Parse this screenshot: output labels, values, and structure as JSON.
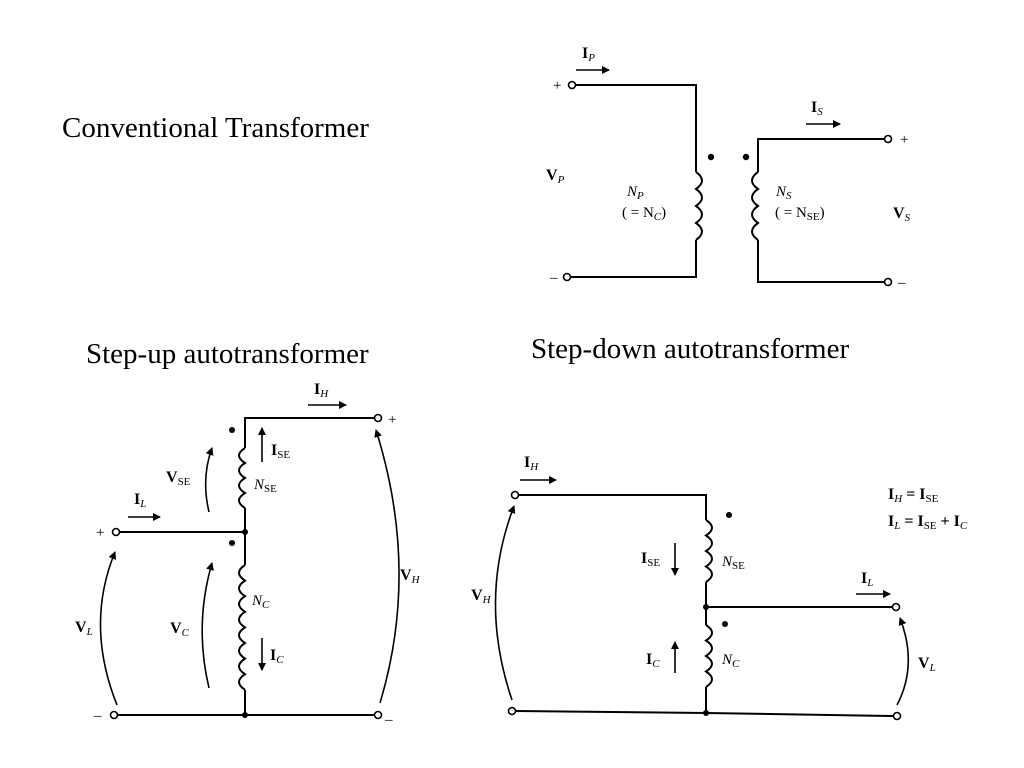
{
  "titles": {
    "conventional": "Conventional Transformer",
    "step_up": "Step-up autotransformer",
    "step_down": "Step-down autotransformer"
  },
  "conventional": {
    "ip": {
      "main": "I",
      "sub": "P"
    },
    "is": {
      "main": "I",
      "sub": "S"
    },
    "vp": {
      "main": "V",
      "sub": "P"
    },
    "vs": {
      "main": "V",
      "sub": "S"
    },
    "np": {
      "main": "N",
      "sub": "P"
    },
    "np_eq": {
      "pre": "( = N",
      "sub": "C",
      "post": ")"
    },
    "ns": {
      "main": "N",
      "sub": "S"
    },
    "ns_eq": {
      "pre": "( = N",
      "sub": "SE",
      "post": ")"
    },
    "plus": "+",
    "minus": "–"
  },
  "step_up": {
    "ih": {
      "main": "I",
      "sub": "H"
    },
    "ise": {
      "main": "I",
      "sub": "SE"
    },
    "vse": {
      "main": "V",
      "sub": "SE"
    },
    "nse": {
      "main": "N",
      "sub": "SE"
    },
    "il": {
      "main": "I",
      "sub": "L"
    },
    "vl": {
      "main": "V",
      "sub": "L"
    },
    "vc": {
      "main": "V",
      "sub": "C"
    },
    "nc": {
      "main": "N",
      "sub": "C"
    },
    "ic": {
      "main": "I",
      "sub": "C"
    },
    "vh": {
      "main": "V",
      "sub": "H"
    },
    "plus": "+",
    "minus": "–"
  },
  "step_down": {
    "ih": {
      "main": "I",
      "sub": "H"
    },
    "ise": {
      "main": "I",
      "sub": "SE"
    },
    "nse": {
      "main": "N",
      "sub": "SE"
    },
    "vh": {
      "main": "V",
      "sub": "H"
    },
    "il": {
      "main": "I",
      "sub": "L"
    },
    "ic": {
      "main": "I",
      "sub": "C"
    },
    "nc": {
      "main": "N",
      "sub": "C"
    },
    "vl": {
      "main": "V",
      "sub": "L"
    },
    "eq1": {
      "a": "I",
      "a_sub": "H",
      "mid": " = I",
      "b_sub": "SE",
      "end": ""
    },
    "eq2": {
      "a": "I",
      "a_sub": "L",
      "mid": " = I",
      "b_sub": "SE",
      "plus": " + I",
      "c_sub": "C"
    }
  }
}
